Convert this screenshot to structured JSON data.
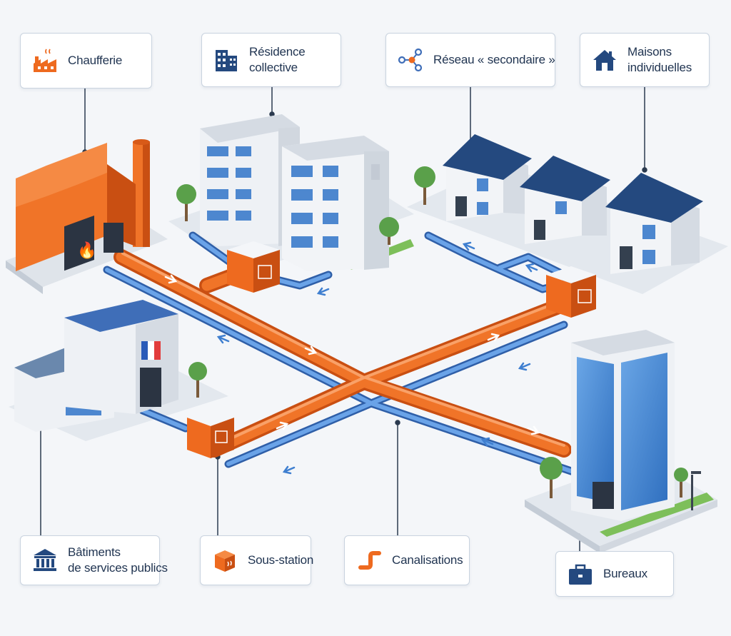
{
  "labels": {
    "chaufferie": {
      "text": "Chaufferie",
      "icon": "factory-icon"
    },
    "residence": {
      "lines": [
        "Résidence",
        "collective"
      ],
      "icon": "apartment-building-icon"
    },
    "reseau": {
      "text": "Réseau « secondaire »",
      "icon": "network-nodes-icon"
    },
    "maisons": {
      "lines": [
        "Maisons",
        "individuelles"
      ],
      "icon": "house-icon"
    },
    "batiments": {
      "lines": [
        "Bâtiments",
        "de services publics"
      ],
      "icon": "public-building-icon"
    },
    "sous_station": {
      "text": "Sous-station",
      "icon": "substation-box-icon"
    },
    "canalisations": {
      "text": "Canalisations",
      "icon": "pipe-icon"
    },
    "bureaux": {
      "text": "Bureaux",
      "icon": "briefcase-icon"
    }
  },
  "colors": {
    "supply_pipe": "#ee6a1f",
    "return_pipe": "#3f7fd0",
    "navy": "#24497f",
    "orange": "#ee6a1f",
    "label_text": "#1f3350"
  }
}
